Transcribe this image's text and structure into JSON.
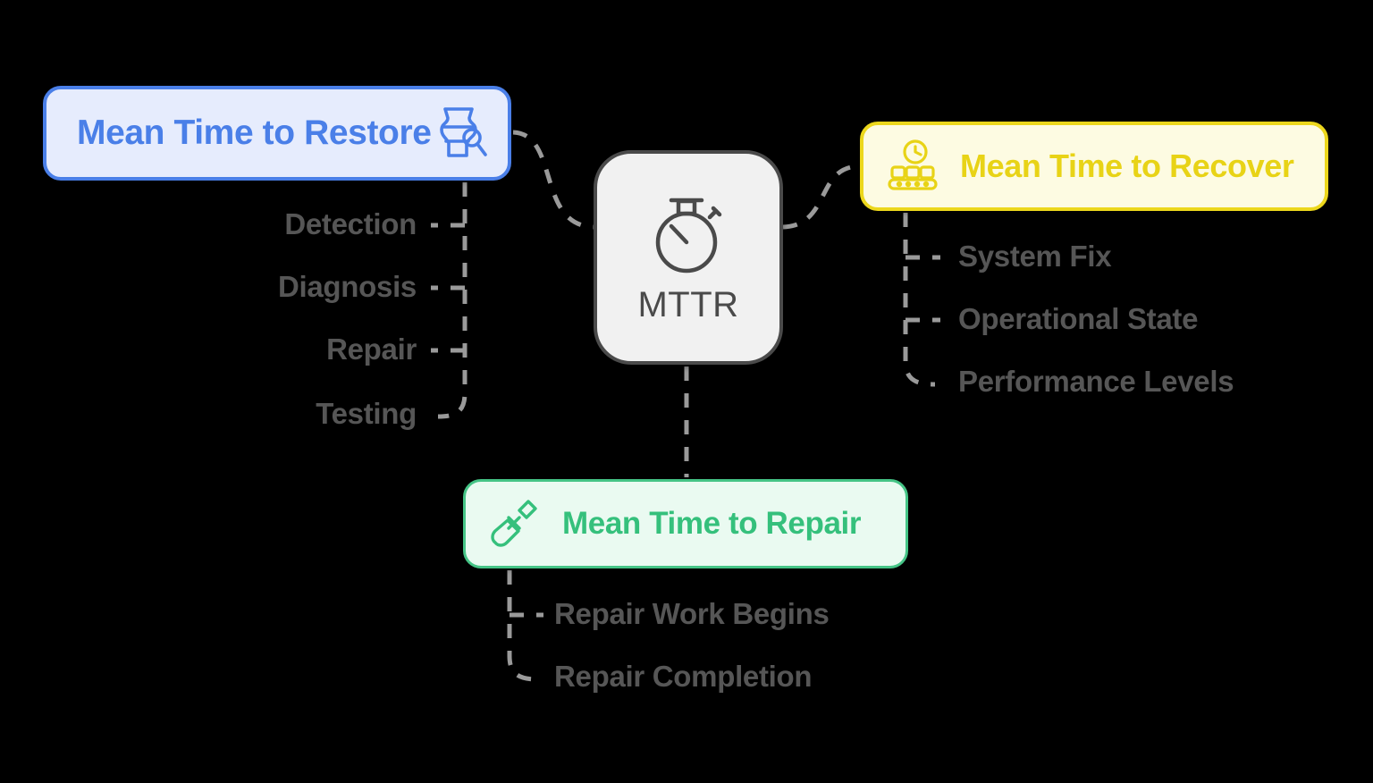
{
  "diagram": {
    "title": "MTTR related metrics mind map",
    "background_color": "#000000"
  },
  "center": {
    "label": "MTTR",
    "icon": "stopwatch-icon",
    "fill_color": "#f1f1f1",
    "border_color": "#4a4a4a"
  },
  "branches": [
    {
      "id": "restore",
      "label": "Mean Time to Restore",
      "icon": "vase-restoration-icon",
      "accent_color": "#4a7fe8",
      "fill_color": "#e6ecfd",
      "items": [
        "Detection",
        "Diagnosis",
        "Repair",
        "Testing"
      ]
    },
    {
      "id": "recover",
      "label": "Mean Time to Recover",
      "icon": "clock-conveyor-icon",
      "accent_color": "#e8d316",
      "fill_color": "#fdfbe2",
      "items": [
        "System Fix",
        "Operational State",
        "Performance Levels"
      ]
    },
    {
      "id": "repair",
      "label": "Mean Time to Repair",
      "icon": "screwdriver-icon",
      "accent_color": "#35c07c",
      "fill_color": "#eafaf1",
      "items": [
        "Repair Work Begins",
        "Repair Completion"
      ]
    }
  ],
  "leaf_text_color": "#565656",
  "connector_color": "#9a9a9a"
}
